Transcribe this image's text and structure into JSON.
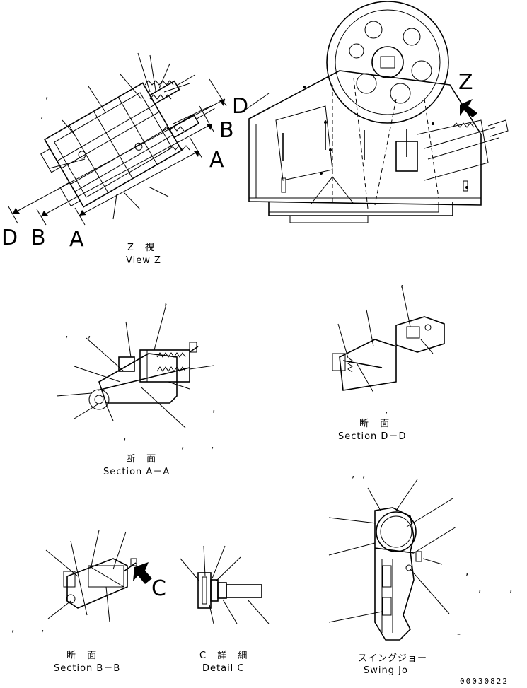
{
  "views": {
    "view_z": {
      "caption_jp": "Z 視",
      "caption_en": "View Z",
      "label_d": "D",
      "label_b": "B",
      "label_a": "A"
    },
    "main": {
      "label_d": "D",
      "label_b": "B",
      "label_a": "A",
      "label_z": "Z"
    },
    "section_aa": {
      "caption_jp": "断 面",
      "caption_en": "Section A－A"
    },
    "section_dd": {
      "caption_jp": "断 面",
      "caption_en": "Section D－D"
    },
    "section_bb": {
      "caption_jp": "断 面",
      "caption_en": "Section B－B",
      "label_c": "C"
    },
    "detail_c": {
      "caption_jp": "C 詳 細",
      "caption_en": "Detail C"
    },
    "swing_jaw": {
      "caption_jp": "スイングジョー",
      "caption_en": "Swing Jo"
    }
  },
  "comma": ",",
  "dash": "-",
  "document_number": "00030822"
}
